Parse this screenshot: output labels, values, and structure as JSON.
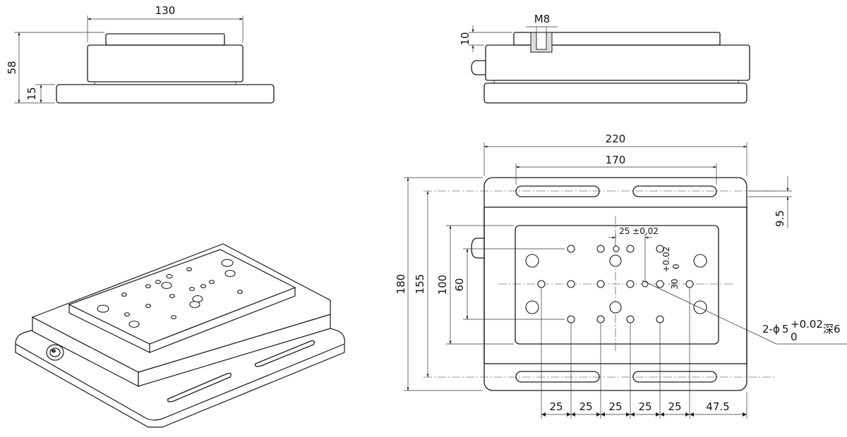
{
  "front_view": {
    "width": "130",
    "total_height": "58",
    "base_height": "15"
  },
  "side_view": {
    "thread": "M8",
    "top_plate_height": "10"
  },
  "top_view": {
    "overall_width": "220",
    "slot_spacing": "170",
    "overall_height": "180",
    "slot_row_spacing": "155",
    "hole_rows_outer": "100",
    "hole_rows_inner": "60",
    "pin_spacing_x": "25 ±0,02",
    "pin_spacing_y": "30",
    "pin_tol_upper": "+0.02",
    "pin_tol_lower": "0",
    "slot_offset": "9.5",
    "bottom_spacings": [
      "25",
      "25",
      "25",
      "25",
      "25",
      "47.5"
    ],
    "callout_prefix": "2-",
    "callout_symbol": "ϕ",
    "callout_dia": "5",
    "callout_tol_upper": "+0.02",
    "callout_tol_lower": "0",
    "callout_depth": "深6"
  }
}
